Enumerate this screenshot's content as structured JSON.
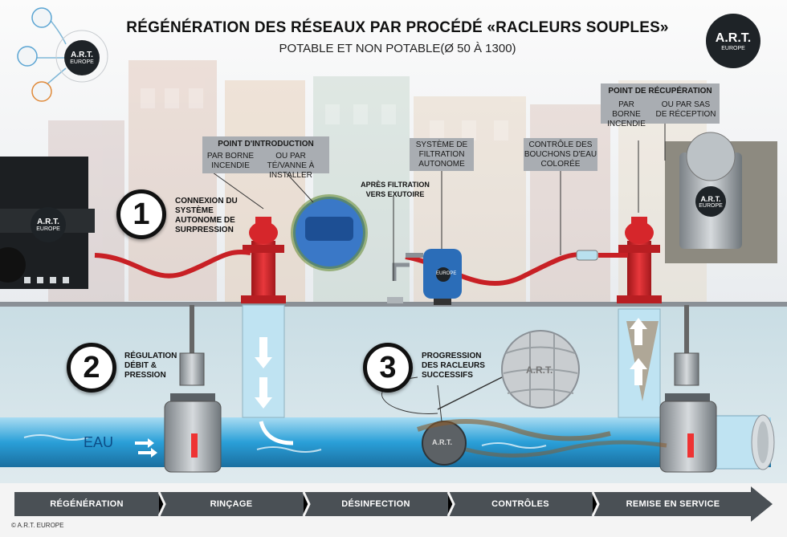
{
  "header": {
    "title": "RÉGÉNÉRATION DES RÉSEAUX PAR PROCÉDÉ «RACLEURS SOUPLES»",
    "subtitle": "POTABLE ET NON POTABLE(Ø 50 À 1300)"
  },
  "logo": {
    "name": "A.R.T.",
    "sub": "EUROPE"
  },
  "steps_numbers": [
    {
      "n": "1",
      "text": "CONNEXION DU SYSTÈME AUTONOME DE SURPRESSION"
    },
    {
      "n": "2",
      "text": "RÉGULATION DÉBIT & PRESSION"
    },
    {
      "n": "3",
      "text": "PROGRESSION DES RACLEURS SUCCESSIFS"
    }
  ],
  "labels": {
    "introduction_title": "POINT D'INTRODUCTION",
    "introduction_a": "PAR BORNE INCENDIE",
    "introduction_b": "OU PAR TÉ/VANNE À INSTALLER",
    "filtration_system": "SYSTÈME DE FILTRATION AUTONOME",
    "control_plugs": "CONTRÔLE DES BOUCHONS D'EAU COLORÉE",
    "recovery_title": "POINT DE RÉCUPÉRATION",
    "recovery_a": "PAR BORNE INCENDIE",
    "recovery_b": "OU PAR SAS DE RÉCEPTION",
    "after_filtration": "APRÈS FILTRATION VERS EXUTOIRE",
    "water": "EAU"
  },
  "timeline": [
    "RÉGÉNÉRATION",
    "RINÇAGE",
    "DÉSINFECTION",
    "CONTRÔLES",
    "REMISE EN SERVICE"
  ],
  "footer": "© A.R.T. EUROPE",
  "colors": {
    "hydrant": "#d6262b",
    "pipe": "#2a9fd8",
    "box": "#a9adb2",
    "dark": "#1e2327",
    "arrow": "#4a5055"
  }
}
